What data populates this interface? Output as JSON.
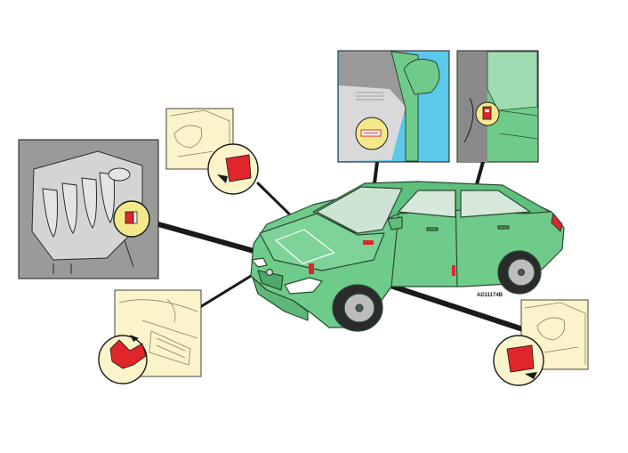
{
  "figure": {
    "code": "AD11174B"
  },
  "colors": {
    "car_body": "#6fcb8a",
    "car_body_dark": "#3f9a5c",
    "car_window": "#cfe3d4",
    "inset_cream": "#fbf3c9",
    "inset_gray": "#9a9a9a",
    "inset_sky": "#5cc8ea",
    "label_red": "#e0262a",
    "leader_line": "#1a1a1a"
  },
  "callouts": [
    {
      "id": "engine-bay",
      "icon": "engine-label-icon"
    },
    {
      "id": "dash-driver-side",
      "icon": "dashboard-label-icon"
    },
    {
      "id": "windshield-corner",
      "icon": "windshield-label-icon"
    },
    {
      "id": "door-pillar",
      "icon": "door-pillar-label-icon"
    },
    {
      "id": "front-bumper",
      "icon": "bumper-label-icon"
    },
    {
      "id": "dash-passenger-side",
      "icon": "dashboard-label-icon"
    }
  ]
}
